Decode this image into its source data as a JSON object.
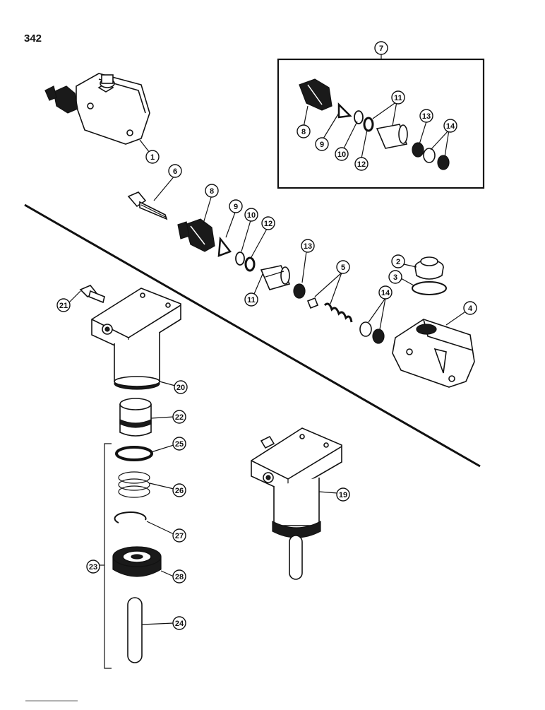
{
  "page_number": "342",
  "callouts": {
    "c1": "1",
    "c2": "2",
    "c3": "3",
    "c4": "4",
    "c5": "5",
    "c6": "6",
    "c7": "7",
    "c8a": "8",
    "c9a": "9",
    "c10a": "10",
    "c11a": "11",
    "c12a": "12",
    "c13a": "13",
    "c14a": "14",
    "c8b": "8",
    "c9b": "9",
    "c10b": "10",
    "c11b": "11",
    "c12b": "12",
    "c13b": "13",
    "c14b": "14",
    "c19": "19",
    "c20": "20",
    "c21": "21",
    "c22": "22",
    "c23": "23",
    "c24": "24",
    "c25": "25",
    "c26": "26",
    "c27": "27",
    "c28": "28"
  }
}
